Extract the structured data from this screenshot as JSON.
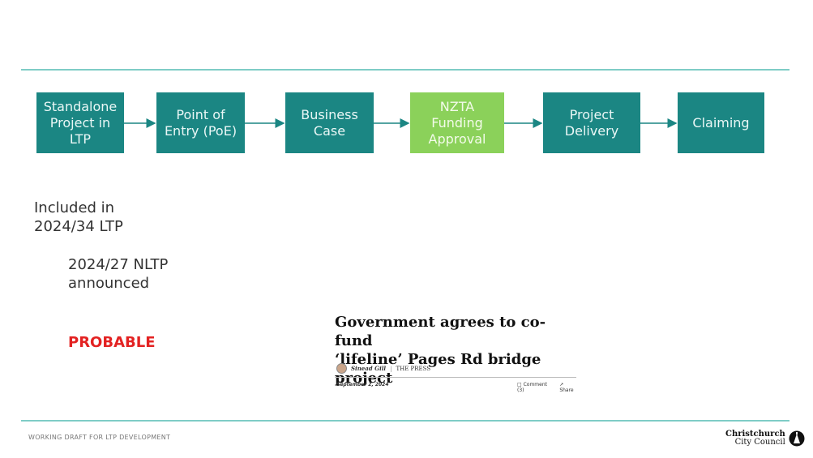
{
  "flow": {
    "steps": [
      {
        "label": "Standalone\nProject in\nLTP",
        "highlight": false
      },
      {
        "label": "Point of\nEntry (PoE)",
        "highlight": false
      },
      {
        "label": "Business\nCase",
        "highlight": false
      },
      {
        "label": "NZTA\nFunding\nApproval",
        "highlight": true
      },
      {
        "label": "Project\nDelivery",
        "highlight": false
      },
      {
        "label": "Claiming",
        "highlight": false
      }
    ],
    "colors": {
      "box": "#1b8683",
      "highlight": "#8bd15a",
      "arrow": "#1b8683"
    }
  },
  "notes": {
    "ltp": "Included in\n2024/34 LTP",
    "nltp": "2024/27 NLTP\nannounced",
    "status": "PROBABLE"
  },
  "clipping": {
    "headline": "Government agrees to co-fund\n‘lifeline’ Pages Rd bridge project",
    "author": "Sinead Gill",
    "source": "THE PRESS",
    "date": "September 2, 2024",
    "comment": "Comment (3)",
    "share": "Share"
  },
  "footer": {
    "draft": "WORKING DRAFT FOR LTP DEVELOPMENT",
    "logo_line1": "Christchurch",
    "logo_line2": "City Council"
  }
}
